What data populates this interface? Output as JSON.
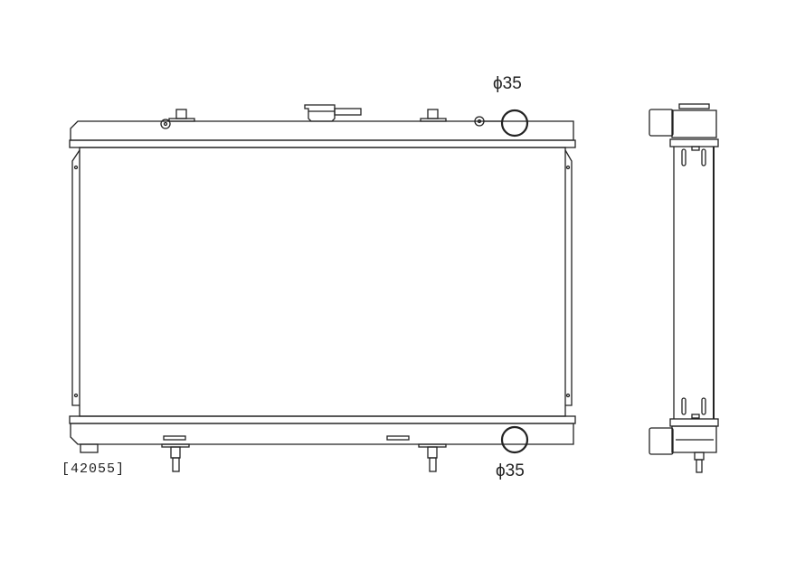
{
  "drawing": {
    "part_code": "[42055]",
    "inlet_diameter_label": "ϕ35",
    "outlet_diameter_label": "ϕ35"
  }
}
